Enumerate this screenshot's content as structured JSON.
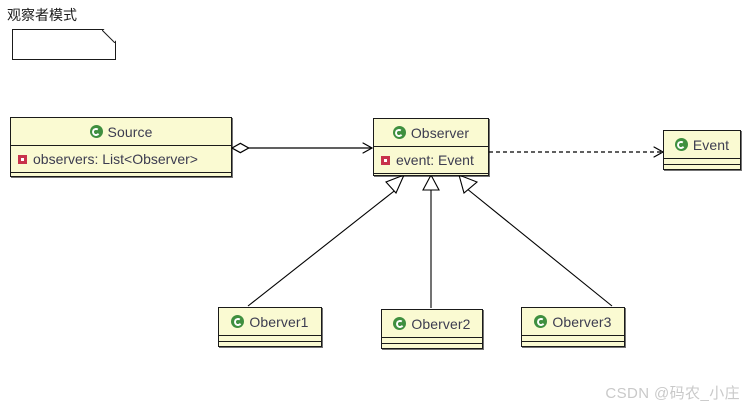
{
  "diagram": {
    "title_note": "观察者模式",
    "background": "#ffffff",
    "box_fill": "#fafad2",
    "box_border": "#1a1a1a",
    "text_color": "#3c3c50",
    "class_icon_color": "#3f8f3f",
    "field_icon_color": "#c8324b",
    "edge_color": "#000000"
  },
  "classes": {
    "source": {
      "name": "Source",
      "icon": "class-icon",
      "fields": [
        {
          "name": "observers: List<Observer>",
          "icon": "field-icon"
        }
      ]
    },
    "observer": {
      "name": "Observer",
      "icon": "class-icon",
      "fields": [
        {
          "name": "event: Event",
          "icon": "field-icon"
        }
      ]
    },
    "event": {
      "name": "Event",
      "icon": "class-icon",
      "fields": []
    },
    "oberver1": {
      "name": "Oberver1",
      "icon": "class-icon",
      "fields": []
    },
    "oberver2": {
      "name": "Oberver2",
      "icon": "class-icon",
      "fields": []
    },
    "oberver3": {
      "name": "Oberver3",
      "icon": "class-icon",
      "fields": []
    }
  },
  "relations": [
    {
      "id": "source-observer",
      "type": "aggregation",
      "from": "Source",
      "to": "Observer",
      "style": "solid",
      "source_end": "hollow-diamond",
      "target_end": "open-arrow"
    },
    {
      "id": "observer-event",
      "type": "dependency",
      "from": "Observer",
      "to": "Event",
      "style": "dashed",
      "source_end": "none",
      "target_end": "open-arrow"
    },
    {
      "id": "oberver1-observer",
      "type": "generalization",
      "from": "Oberver1",
      "to": "Observer",
      "style": "solid",
      "source_end": "none",
      "target_end": "hollow-triangle"
    },
    {
      "id": "oberver2-observer",
      "type": "generalization",
      "from": "Oberver2",
      "to": "Observer",
      "style": "solid",
      "source_end": "none",
      "target_end": "hollow-triangle"
    },
    {
      "id": "oberver3-observer",
      "type": "generalization",
      "from": "Oberver3",
      "to": "Observer",
      "style": "solid",
      "source_end": "none",
      "target_end": "hollow-triangle"
    }
  ],
  "watermark": "CSDN @码农_小庄"
}
